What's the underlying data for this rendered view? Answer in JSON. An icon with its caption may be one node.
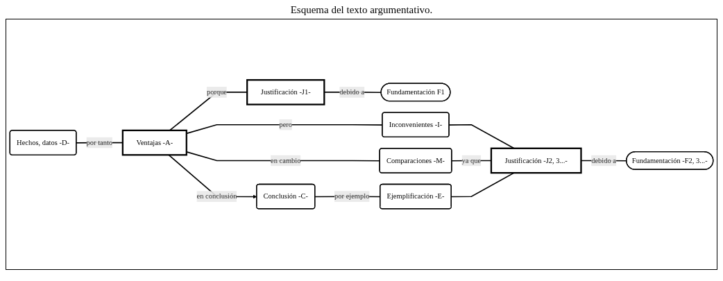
{
  "diagram": {
    "title": "Esquema del texto argumentativo.",
    "nodes": [
      {
        "text": [
          "Hechos, datos -D-"
        ]
      },
      {
        "text": [
          "Ventajas -A-"
        ]
      },
      {
        "text": [
          "Conclusión -C-"
        ]
      },
      {
        "text": [
          "Justificación -J1-"
        ]
      },
      {
        "text": [
          "Fundamentación F1"
        ]
      },
      {
        "text": [
          "Inconvenientes -I-"
        ]
      },
      {
        "text": [
          "Comparaciones -M-"
        ]
      },
      {
        "text": [
          "Ejemplificación -E-"
        ]
      },
      {
        "text": [
          "Justificación -J2, 3...-"
        ]
      },
      {
        "text": [
          "Fundamentación -F2, 3...-"
        ]
      }
    ],
    "edges": [
      {
        "from": 0,
        "to": 1,
        "arrow": "none",
        "label": "por tanto"
      },
      {
        "from": 1,
        "to": 2,
        "arrow": "to",
        "label": "en conclusión"
      },
      {
        "from": 1,
        "to": 3,
        "arrow": "none",
        "label": "porque"
      },
      {
        "from": 3,
        "to": 4,
        "arrow": "none",
        "label": "debido a"
      },
      {
        "from": 1,
        "to": 5,
        "arrow": "none",
        "label": "pero"
      },
      {
        "from": 1,
        "to": 6,
        "arrow": "none",
        "label": "en cambio"
      },
      {
        "from": 2,
        "to": 7,
        "arrow": "none",
        "label": "por ejemplo"
      },
      {
        "from": 5,
        "to": 8,
        "arrow": "none"
      },
      {
        "from": 6,
        "to": 8,
        "arrow": "none",
        "label": "ya que"
      },
      {
        "from": 7,
        "to": 8,
        "arrow": "none"
      },
      {
        "from": 8,
        "to": 9,
        "arrow": "none",
        "label": "debido a"
      }
    ]
  }
}
